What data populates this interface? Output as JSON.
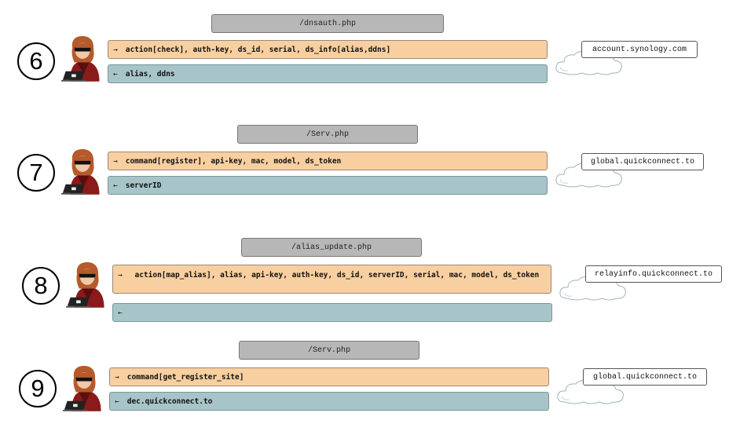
{
  "steps": [
    {
      "number": "6",
      "endpoint": "/dnsauth.php",
      "request_arrow": "→",
      "request": "action[check], auth-key, ds_id, serial, ds_info[alias,ddns]",
      "response_arrow": "←",
      "response": "alias, ddns",
      "host": "account.synology.com"
    },
    {
      "number": "7",
      "endpoint": "/Serv.php",
      "request_arrow": "→",
      "request": "command[register], api-key, mac, model, ds_token",
      "response_arrow": "←",
      "response": "serverID",
      "host": "global.quickconnect.to"
    },
    {
      "number": "8",
      "endpoint": "/alias_update.php",
      "request_arrow": "→",
      "request": "action[map_alias], alias, api-key, auth-key, ds_id, serverID, serial, mac, model, ds_token",
      "response_arrow": "←",
      "response": "",
      "host": "relayinfo.quickconnect.to"
    },
    {
      "number": "9",
      "endpoint": "/Serv.php",
      "request_arrow": "→",
      "request": "command[get_register_site]",
      "response_arrow": "←",
      "response": "dec.quickconnect.to",
      "host": "global.quickconnect.to"
    }
  ],
  "icons": {
    "attacker": "hacker-with-laptop-icon",
    "server": "cloud-icon"
  },
  "colors": {
    "request_bar": "#f8cfa0",
    "response_bar": "#a7c5c9",
    "endpoint_bar": "#b7b7b7"
  }
}
